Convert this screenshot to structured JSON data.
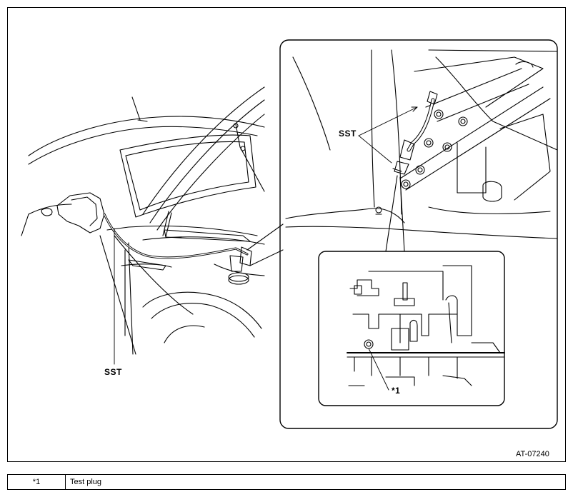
{
  "labels": {
    "sst_left": "SST",
    "sst_right": "SST",
    "callout_1": "*1"
  },
  "figure_id": "AT-07240",
  "legend": [
    {
      "key": "*1",
      "description": "Test plug"
    }
  ],
  "icons": [
    "car-body-drawing",
    "hose-detail-drawing",
    "transmission-test-plug-drawing"
  ]
}
